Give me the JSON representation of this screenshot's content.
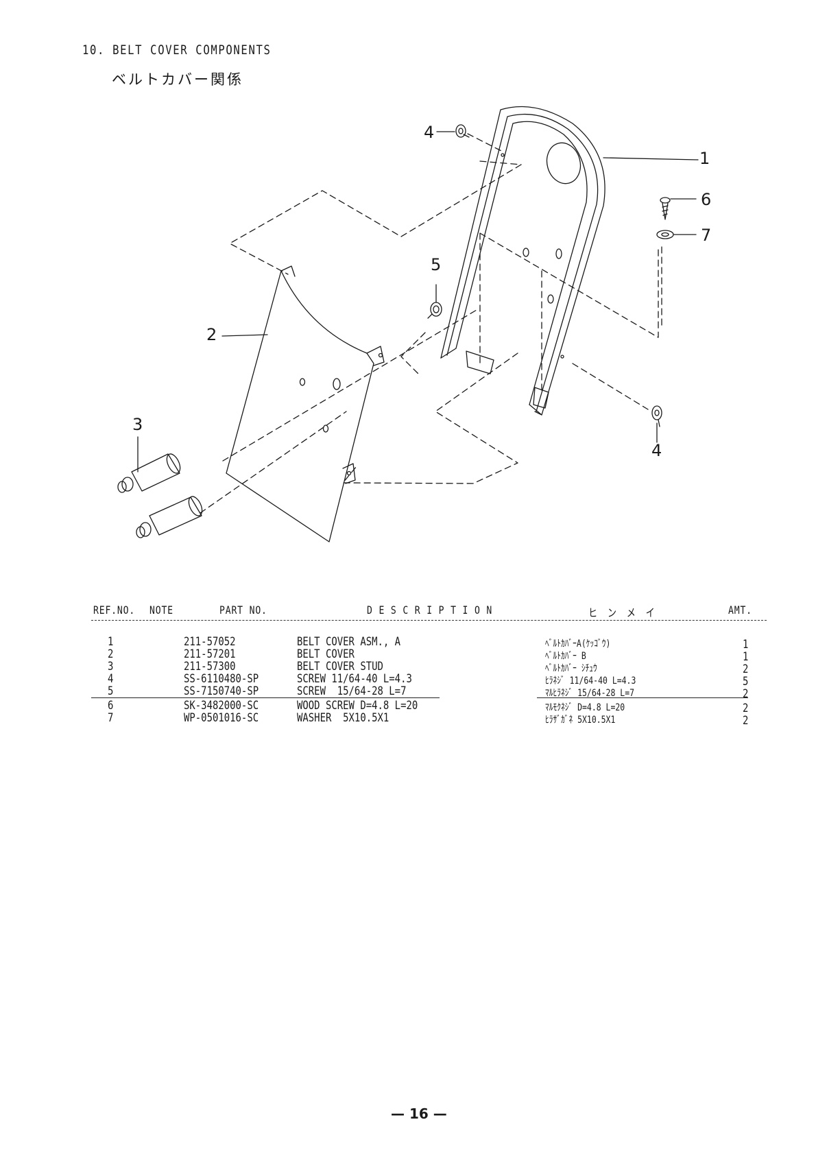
{
  "page": {
    "title": "10. BELT COVER COMPONENTS",
    "subtitle": "ベルトカバー関係",
    "page_number": "— 16 —"
  },
  "diagram": {
    "callouts": [
      "1",
      "2",
      "3",
      "4",
      "4",
      "5",
      "6",
      "7"
    ]
  },
  "table": {
    "headers": {
      "ref_no": "REF.NO.",
      "note": "NOTE",
      "part_no": "PART NO.",
      "description": "D E S C R I P T I O N",
      "hinmei": "ヒ　ン　メ　イ",
      "amt": "AMT."
    },
    "rows": [
      {
        "ref": "1",
        "part_no": "211-57052",
        "description": "BELT COVER ASM., A",
        "hinmei": "ﾍﾞﾙﾄｶﾊﾞｰA(ｹｯｺﾞｳ)",
        "amt": "1"
      },
      {
        "ref": "2",
        "part_no": "211-57201",
        "description": "BELT COVER",
        "hinmei": "ﾍﾞﾙﾄｶﾊﾞｰ B",
        "amt": "1"
      },
      {
        "ref": "3",
        "part_no": "211-57300",
        "description": "BELT COVER STUD",
        "hinmei": "ﾍﾞﾙﾄｶﾊﾞｰ ｼﾁｭｳ",
        "amt": "2"
      },
      {
        "ref": "4",
        "part_no": "SS-6110480-SP",
        "description": "SCREW 11/64-40 L=4.3",
        "hinmei": "ﾋﾗﾈｼﾞ 11/64-40 L=4.3",
        "amt": "5"
      },
      {
        "ref": "5",
        "part_no": "SS-7150740-SP",
        "description": "SCREW  15/64-28 L=7",
        "hinmei": "ﾏﾙﾋﾗﾈｼﾞ 15/64-28 L=7",
        "amt": "2"
      },
      {
        "ref": "6",
        "part_no": "SK-3482000-SC",
        "description": "WOOD SCREW D=4.8 L=20",
        "hinmei": "ﾏﾙﾓｸﾈｼﾞ D=4.8 L=20",
        "amt": "2"
      },
      {
        "ref": "7",
        "part_no": "WP-0501016-SC",
        "description": "WASHER  5X10.5X1",
        "hinmei": "ﾋﾗｻﾞｶﾞﾈ 5X10.5X1",
        "amt": "2"
      }
    ]
  }
}
